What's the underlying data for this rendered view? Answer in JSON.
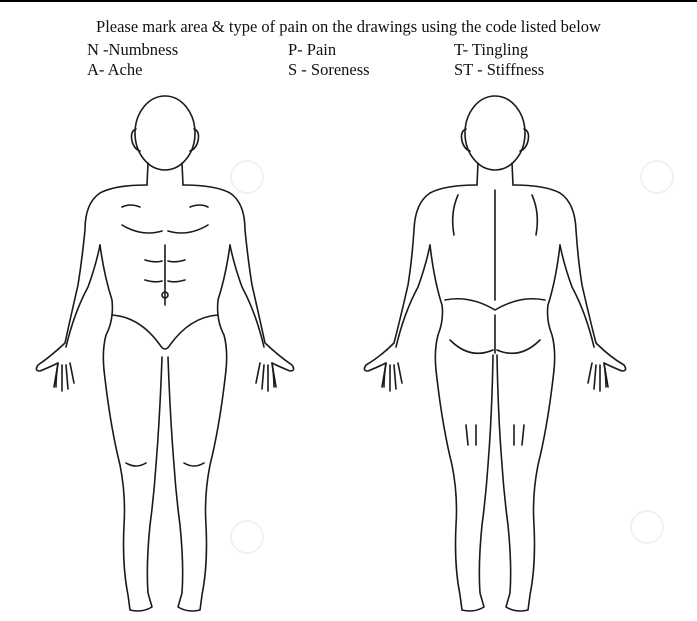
{
  "instructions": "Please mark area & type of pain on the drawings using the code listed below",
  "legend": [
    {
      "text": "N -Numbness"
    },
    {
      "text": "P- Pain"
    },
    {
      "text": "T- Tingling"
    },
    {
      "text": "A- Ache"
    },
    {
      "text": "S - Soreness"
    },
    {
      "text": "ST - Stiffness"
    }
  ],
  "figures": {
    "front": {
      "icon": "human-body-front-outline"
    },
    "back": {
      "icon": "human-body-back-outline"
    }
  },
  "colors": {
    "line": "#1a1a1a",
    "background": "#ffffff",
    "watermark": "#eeeeee"
  }
}
